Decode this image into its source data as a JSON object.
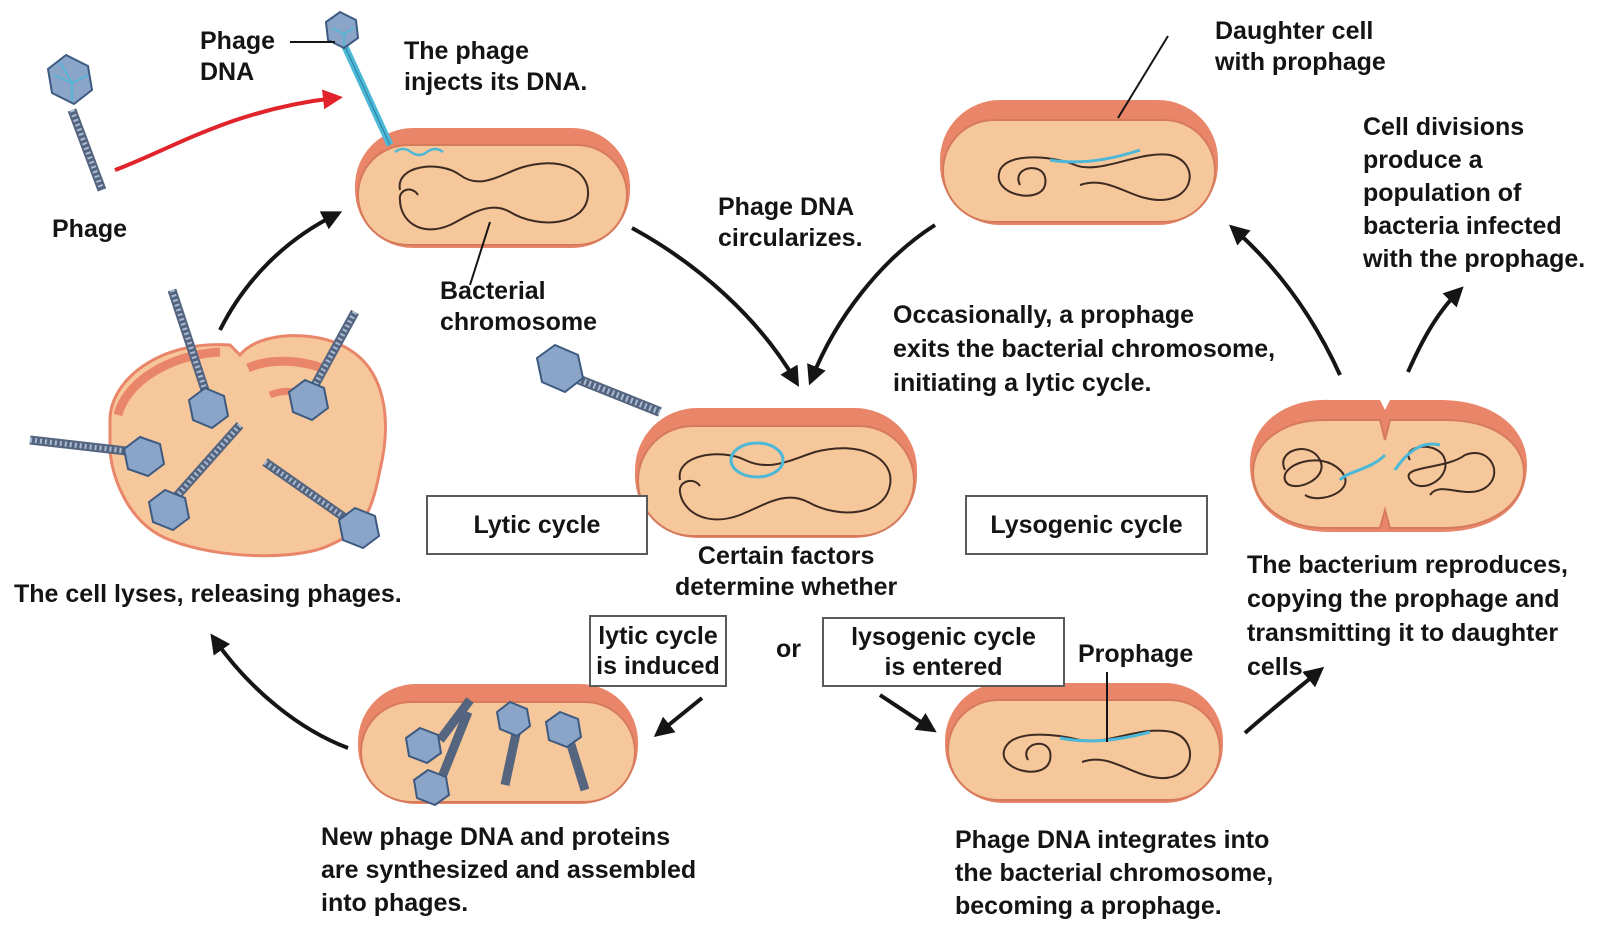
{
  "colors": {
    "cell_fill": "#f6c79a",
    "cell_rim": "#e9866a",
    "chromosome": "#3d2a22",
    "phage_dna": "#4bb8d8",
    "arrow": "#151515",
    "red_arrow": "#e1232b",
    "phage_body": "#8aa5c8"
  },
  "labels": {
    "phage_dna": "Phage\nDNA",
    "phage": "Phage",
    "injects": "The phage\ninjects its DNA.",
    "bacterial_chromosome": "Bacterial\nchromosome",
    "circularizes": "Phage DNA\ncircularizes.",
    "daughter_cell": "Daughter cell\nwith prophage",
    "cell_divisions": "Cell divisions\nproduce a\npopulation of\nbacteria infected\nwith the prophage.",
    "occasionally": "Occasionally,  a prophage\nexits the bacterial chromosome,\ninitiating a lytic  cycle.",
    "lyses": "The cell lyses,  releasing phages.",
    "certain_factors": "Certain factors\ndetermine whether",
    "or": "or",
    "prophage": "Prophage",
    "reproduces": "The bacterium reproduces,\ncopying the prophage and\ntransmitting it to daughter\ncells.",
    "new_phage": "New phage DNA and proteins\nare synthesized and assembled\ninto phages.",
    "integrates": "Phage DNA integrates into\nthe bacterial chromosome,\nbecoming a prophage."
  },
  "boxes": {
    "lytic_cycle": "Lytic cycle",
    "lysogenic_cycle": "Lysogenic cycle",
    "lytic_induced": "lytic cycle\nis induced",
    "lysogenic_entered": "lysogenic cycle\nis entered"
  }
}
